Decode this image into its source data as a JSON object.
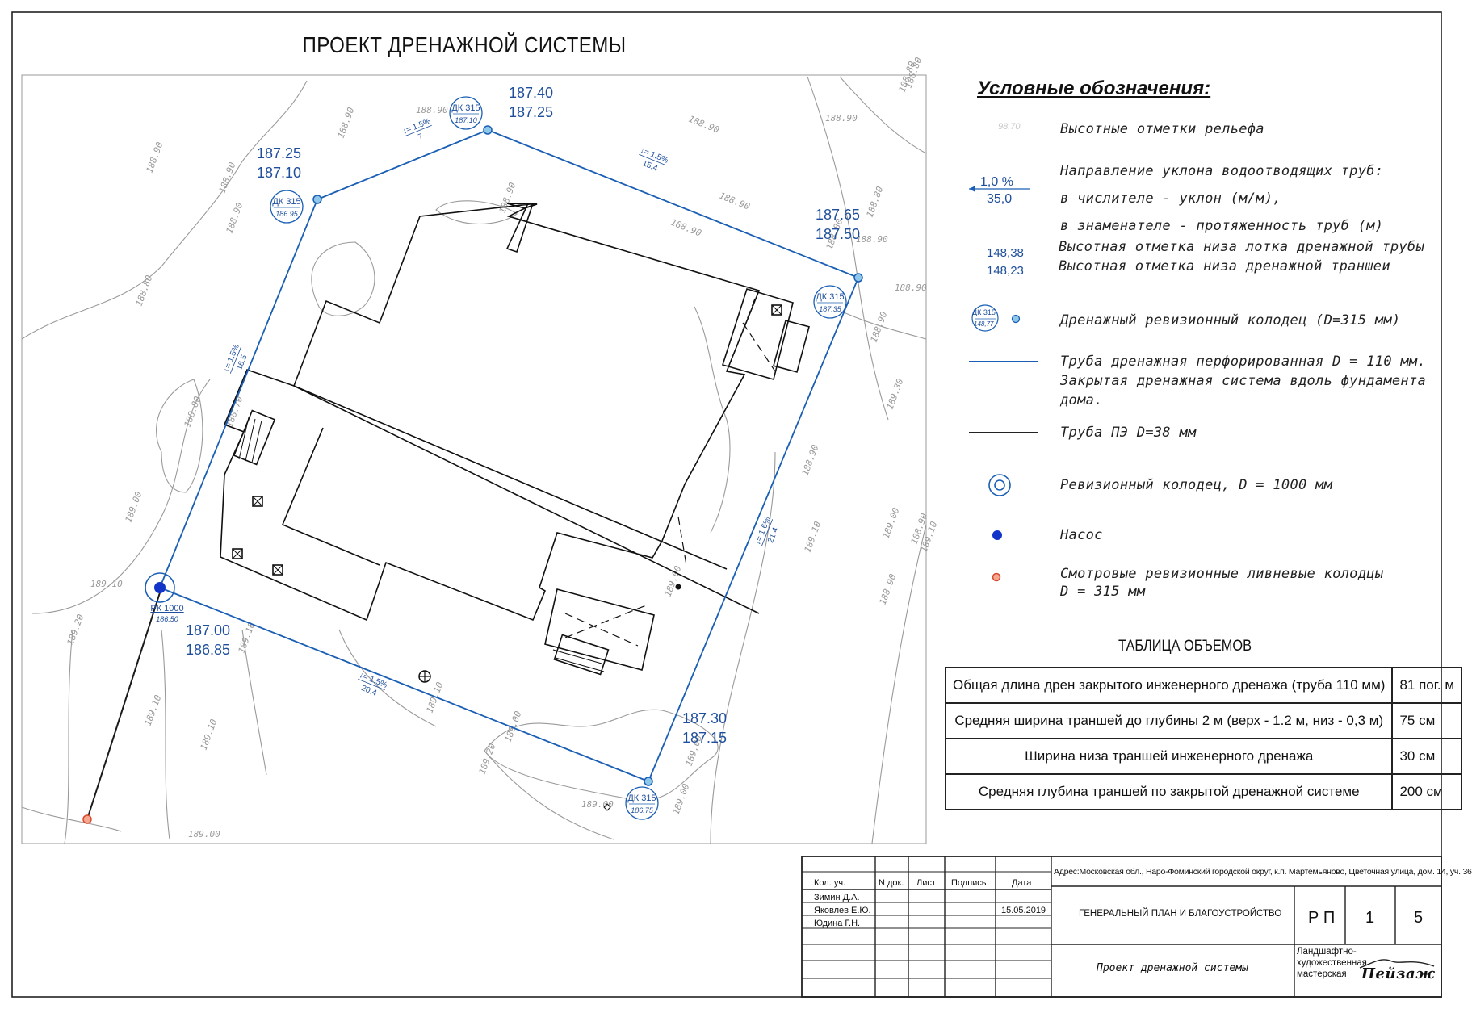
{
  "title": "ПРОЕКТ ДРЕНАЖНОЙ СИСТЕМЫ",
  "colors": {
    "drain_blue": "#1a5fb4",
    "label_blue": "#1f4f9c",
    "line": "#111111",
    "contour": "#9a9a9a",
    "inspection_red": "#d9482b",
    "pump_blue": "#1334c8"
  },
  "plan": {
    "wells": [
      {
        "label": "ДК 315",
        "bottom": "186.95",
        "upper": "187.25",
        "lower": "187.10"
      },
      {
        "label": "ДК 315",
        "bottom": "187.10",
        "upper": "187.40",
        "lower": "187.25"
      },
      {
        "label": "ДК 315",
        "bottom": "187.35",
        "upper": "187.65",
        "lower": "187.50"
      },
      {
        "label": "ДК 315",
        "bottom": "186.75",
        "upper": "187.30",
        "lower": "187.15"
      },
      {
        "label": "РК 1000",
        "bottom": "186.50",
        "upper": "187.00",
        "lower": "186.85"
      }
    ],
    "pipes": [
      {
        "slope": "↓= 1.5%",
        "length": "7"
      },
      {
        "slope": "↓= 1.5%",
        "length": "15.4"
      },
      {
        "slope": "↓= 1.5%",
        "length": "16.5"
      },
      {
        "slope": "↓= 1.6%",
        "length": "21.4"
      },
      {
        "slope": "↓= 1.5%",
        "length": "20.4"
      }
    ],
    "relief_marks": [
      "188.90",
      "188.90",
      "188.90",
      "188.90",
      "188.90",
      "188.90",
      "188.90",
      "188.90",
      "188.90",
      "188.90",
      "188.90",
      "188.90",
      "188.90",
      "188.80",
      "188.80",
      "188.80",
      "188.80",
      "188.70",
      "189.00",
      "189.00",
      "189.00",
      "189.00",
      "189.00",
      "189.00",
      "189.00",
      "189.00",
      "189.10",
      "189.10",
      "189.10",
      "189.10",
      "189.10",
      "189.10",
      "189.10",
      "189.20",
      "189.20",
      "189.30",
      "188.90",
      "188.90",
      "188.90",
      "188.80",
      "188.80"
    ]
  },
  "legend": {
    "heading": "Условные обозначения:",
    "items": [
      {
        "sample": "98.70",
        "text": "Высотные отметки рельефа"
      },
      {
        "sample_top": "1,0 %",
        "sample_bottom": "35,0",
        "text": "Направление уклона водоотводящих труб:\nв числителе - уклон (м/м),\nв знаменателе - протяженность труб (м)"
      },
      {
        "sample_top": "148,38",
        "sample_bottom": "148,23",
        "text": "Высотная отметка низа лотка дренажной трубы\nВысотная отметка низа дренажной траншеи"
      },
      {
        "sample_top": "ДК 315",
        "sample_bottom": "148,77",
        "text": "Дренажный  ревизионный  колодец  (D=315 мм)"
      },
      {
        "text": "Труба дренажная перфорированная D = 110 мм.\nЗакрытая дренажная система вдоль фундамента\nдома."
      },
      {
        "text": "Труба ПЭ D=38 мм"
      },
      {
        "text": "Ревизионный колодец, D = 1000 мм"
      },
      {
        "text": "Насос"
      },
      {
        "text": "Смотровые ревизионные ливневые колодцы\nD = 315 мм"
      }
    ]
  },
  "volumes": {
    "title": "ТАБЛИЦА  ОБЪЕМОВ",
    "rows": [
      {
        "name": "Общая длина дрен закрытого инженерного дренажа (труба 110 мм)",
        "value": "81 пог. м"
      },
      {
        "name": "Средняя ширина  траншей до глубины 2 м (верх - 1.2 м, низ - 0,3 м)",
        "value": "75 см"
      },
      {
        "name": "Ширина низа  траншей инженерного дренажа",
        "value": "30 см"
      },
      {
        "name": "Средняя глубина траншей по закрытой дренажной системе",
        "value": "200 см"
      }
    ]
  },
  "stamp": {
    "headers": [
      "Кол. уч.",
      "N док.",
      "Лист",
      "Подпись",
      "Дата"
    ],
    "people": [
      "Зимин Д.А.",
      "Яковлев Е.Ю.",
      "Юдина Г.Н."
    ],
    "date": "15.05.2019",
    "address": "Адрес:Московская обл., Наро-Фоминский городской округ, к.п. Мартемьяново, Цветочная улица, дом. 14, уч. 36",
    "section": "ГЕНЕРАЛЬНЫЙ ПЛАН И БЛАГОУСТРОЙСТВО",
    "stage": "Р П",
    "sheet": "1",
    "sheets": "5",
    "drawing_name": "Проект дренажной системы",
    "org": "Ландшафтно-\nхудожественная\nмастерская",
    "logo": "Пейзаж"
  }
}
